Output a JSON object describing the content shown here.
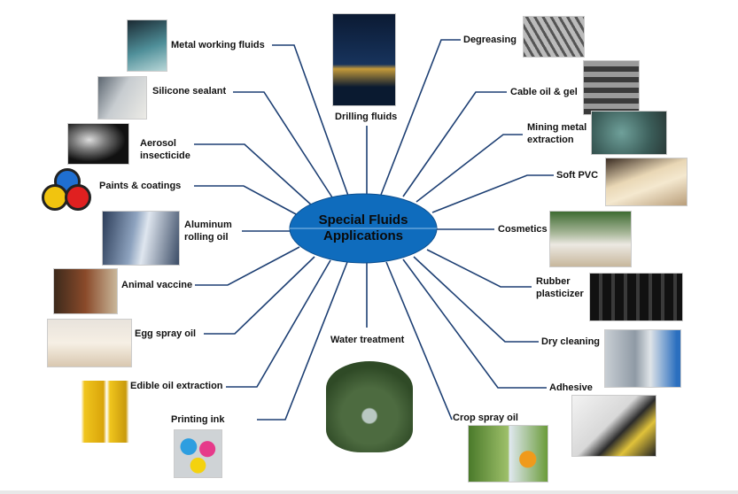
{
  "center": {
    "line1": "Special Fluids",
    "line2": "Applications",
    "color": "#0f6cbd",
    "line_color": "#1d3f73"
  },
  "left": [
    {
      "id": "metal-working-fluids",
      "line1": "Metal working fluids"
    },
    {
      "id": "silicone-sealant",
      "line1": "Silicone sealant"
    },
    {
      "id": "aerosol-insecticide",
      "line1": "Aerosol",
      "line2": "insecticide"
    },
    {
      "id": "paints-coatings",
      "line1": "Paints & coatings"
    },
    {
      "id": "aluminum-rolling-oil",
      "line1": "Aluminum",
      "line2": "rolling oil"
    },
    {
      "id": "animal-vaccine",
      "line1": "Animal vaccine"
    },
    {
      "id": "egg-spray-oil",
      "line1": "Egg spray oil"
    },
    {
      "id": "edible-oil-extraction",
      "line1": "Edible oil extraction"
    },
    {
      "id": "printing-ink",
      "line1": "Printing ink"
    }
  ],
  "middle": [
    {
      "id": "drilling-fluids",
      "line1": "Drilling fluids"
    },
    {
      "id": "water-treatment",
      "line1": "Water treatment"
    }
  ],
  "right": [
    {
      "id": "degreasing",
      "line1": "Degreasing"
    },
    {
      "id": "cable-oil-gel",
      "line1": "Cable oil & gel"
    },
    {
      "id": "mining-metal-extraction",
      "line1": "Mining metal",
      "line2": "extraction"
    },
    {
      "id": "soft-pvc",
      "line1": "Soft PVC"
    },
    {
      "id": "cosmetics",
      "line1": "Cosmetics"
    },
    {
      "id": "rubber-plasticizer",
      "line1": "Rubber",
      "line2": "plasticizer"
    },
    {
      "id": "dry-cleaning",
      "line1": "Dry cleaning"
    },
    {
      "id": "adhesive",
      "line1": "Adhesive"
    },
    {
      "id": "crop-spray-oil",
      "line1": "Crop spray oil"
    }
  ]
}
